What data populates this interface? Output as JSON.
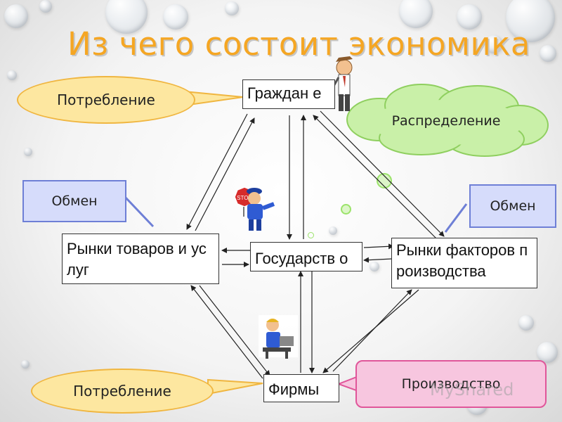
{
  "title": "Из чего состоит экономика",
  "nodes": {
    "citizens": "Граждан е",
    "goods_markets": "Рынки товаров и услуг",
    "state": "Государств о",
    "factor_markets": "Рынки факторов производства",
    "firms": "Фирмы"
  },
  "callouts": {
    "consumption_top": "Потребление",
    "distribution": "Распределение",
    "exchange_left": "Обмен",
    "exchange_right": "Обмен",
    "consumption_bottom": "Потребление",
    "production": "Производство"
  },
  "watermark": "MyShared",
  "colors": {
    "title": "#f5a623",
    "oval_fill": "#fde7a0",
    "oval_border": "#f0b640",
    "cloud_fill": "#c9f0a8",
    "cloud_border": "#8fcf5f",
    "exchange_fill": "#d6dcfb",
    "exchange_border": "#6e7fd6",
    "production_fill": "#f7c6df",
    "production_border": "#e0569a"
  }
}
